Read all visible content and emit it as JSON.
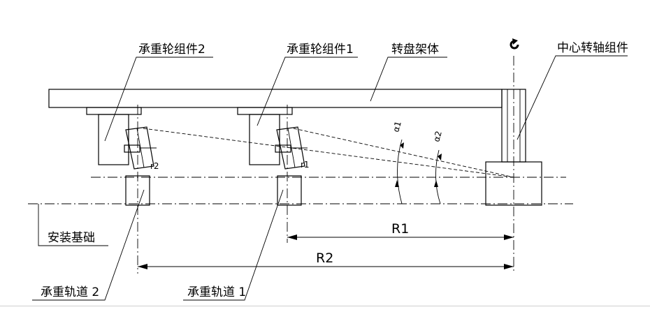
{
  "labels": {
    "bearing_wheel_2": "承重轮组件2",
    "bearing_wheel_1": "承重轮组件1",
    "turntable_frame": "转盘架体",
    "center_shaft": "中心转轴组件",
    "foundation": "安装基础",
    "track_2": "承重轨道 2",
    "track_1": "承重轨道 1"
  },
  "dimensions": {
    "r1_small": "r1",
    "r2_small": "r2",
    "radius_1": "R1",
    "radius_2": "R2",
    "angle_1": "α1",
    "angle_2": "α2"
  },
  "symbols": {
    "rotation": "rotate-arrow-icon"
  },
  "colors": {
    "line": "#000000",
    "background": "#ffffff"
  }
}
